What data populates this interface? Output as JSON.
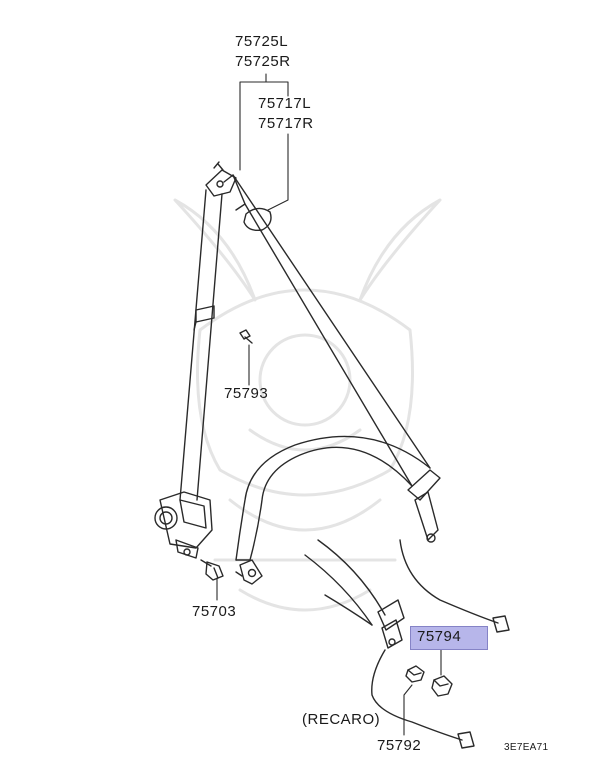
{
  "labels": {
    "p75725L": "75725L",
    "p75725R": "75725R",
    "p75717L": "75717L",
    "p75717R": "75717R",
    "p75793": "75793",
    "p75703": "75703",
    "p75794": "75794",
    "p75792": "75792",
    "recaro": "(RECARO)",
    "diagram_code": "3E7EA71"
  },
  "highlighted_part": "75794",
  "colors": {
    "line": "#2a2a2a",
    "highlight": "#b7b6ea",
    "watermark": "#e6e6e6"
  }
}
